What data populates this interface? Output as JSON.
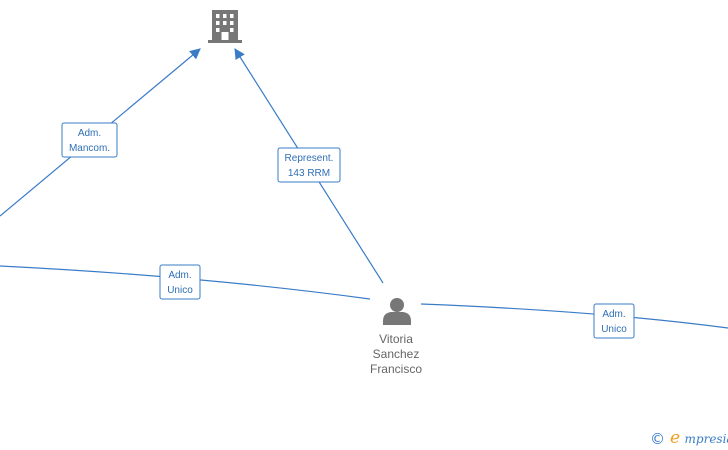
{
  "nodes": {
    "company": {
      "icon": "building-icon",
      "color": "#777777"
    },
    "person": {
      "icon": "person-icon",
      "color": "#777777",
      "label_lines": [
        "Vitoria",
        "Sanchez",
        "Francisco"
      ]
    }
  },
  "edges": [
    {
      "label_lines": [
        "Adm.",
        "Mancom."
      ]
    },
    {
      "label_lines": [
        "Represent.",
        "143 RRM"
      ]
    },
    {
      "label_lines": [
        "Adm.",
        "Unico"
      ]
    },
    {
      "label_lines": [
        "Adm.",
        "Unico"
      ]
    }
  ],
  "colors": {
    "edge": "#3a7cc7",
    "node_label": "#666666",
    "brand_accent": "#f0a020"
  },
  "watermark": {
    "copyright_symbol": "©",
    "brand_first_letter": "e",
    "brand_rest": "mpresia"
  }
}
